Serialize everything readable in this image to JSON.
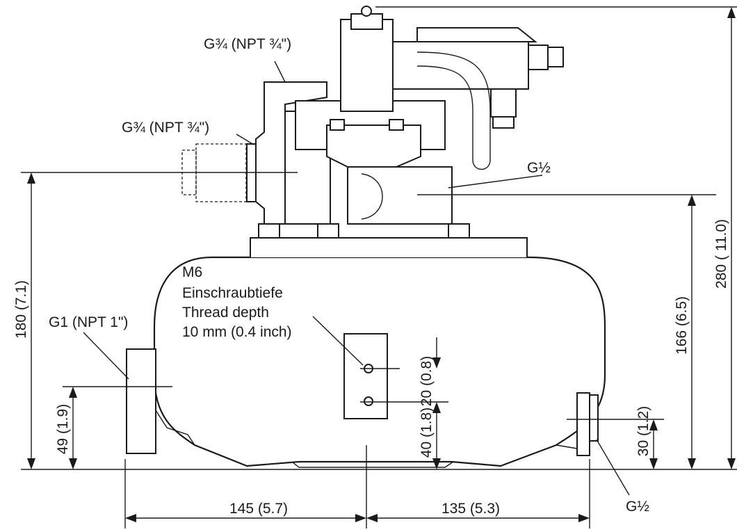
{
  "labels": {
    "top_left_connection": "G¾ (NPT ¾\")",
    "side_connection": "G¾ (NPT ¾\")",
    "right_connection_upper": "G½",
    "right_connection_lower": "G½",
    "inlet_connection": "G1 (NPT 1\")",
    "mount_note_line1": "M6",
    "mount_note_line2": "Einschraubtiefe",
    "mount_note_line3": "Thread depth",
    "mount_note_line4": "10 mm (0.4 inch)"
  },
  "dimensions": {
    "overall_height": "280 ( 11.0)",
    "side_port_height": "180 (7.1)",
    "upper_right_port_height": "166 (6.5)",
    "inlet_height": "49 (1.9)",
    "bracket_hole_spacing": "20 (0.8)",
    "bracket_hole_height": "40 (1.8)",
    "lower_right_port_height": "30 (1.2)",
    "left_width": "145 (5.7)",
    "right_width": "135 (5.3)"
  }
}
